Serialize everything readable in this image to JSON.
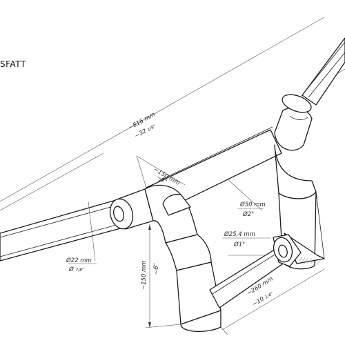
{
  "title": "SFATT",
  "dimensions": {
    "overall_mm": "~816 mm",
    "overall_in": "~32 ",
    "overall_in_frac": "1/8\"",
    "center_mm": "~150 mm",
    "center_in": "~6\"",
    "riser_mm": "Ø50 mm",
    "riser_in": "Ø2\"",
    "bar_mm": "Ø25,4 mm",
    "bar_in": "Ø1\"",
    "grip_mm": "Ø22 mm",
    "grip_in": "Ø ",
    "grip_in_frac": "7/8\"",
    "height_mm": "~150 mm",
    "height_in": "~6\"",
    "width_mm": "~260 mm",
    "width_in": "~10 ",
    "width_in_frac": "1/4\""
  }
}
